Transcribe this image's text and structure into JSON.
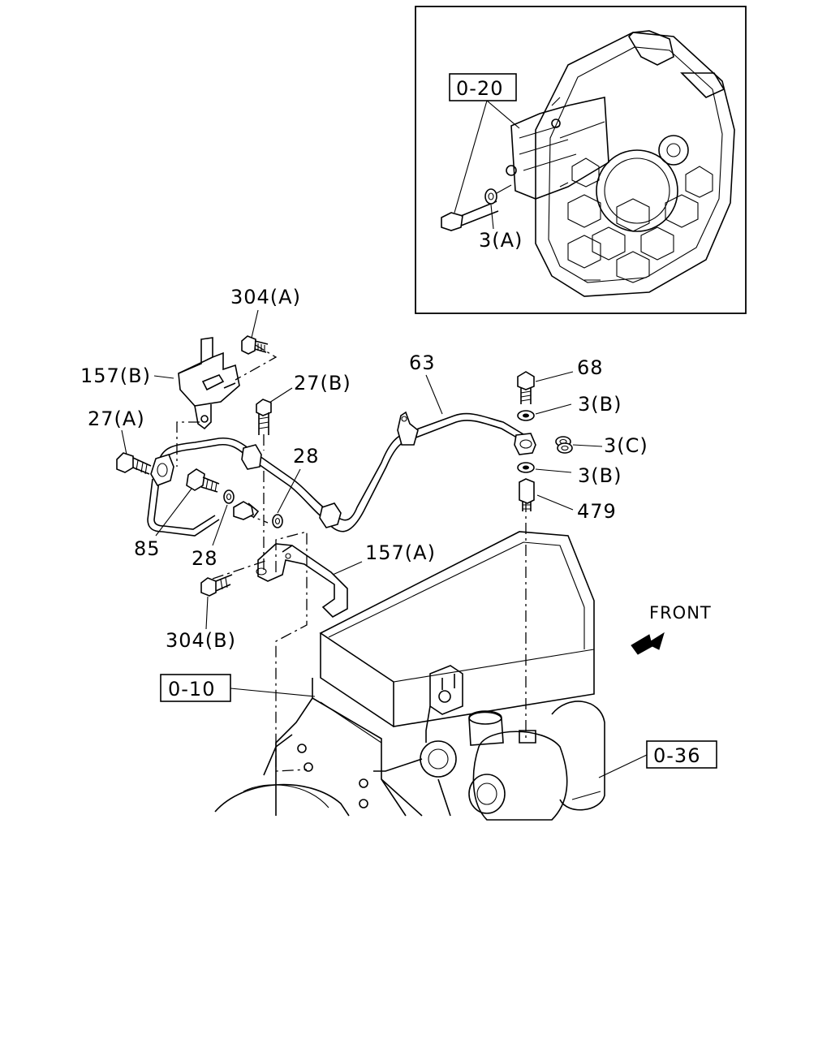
{
  "labels": {
    "ref_0_20": "0-20",
    "ref_0_10": "0-10",
    "ref_0_36": "0-36",
    "p_3a": "3(A)",
    "p_304a": "304(A)",
    "p_157b": "157(B)",
    "p_27b": "27(B)",
    "p_27a": "27(A)",
    "p_63": "63",
    "p_68": "68",
    "p_3b_top": "3(B)",
    "p_3c": "3(C)",
    "p_3b_bottom": "3(B)",
    "p_479": "479",
    "p_28_upper": "28",
    "p_85": "85",
    "p_28_lower": "28",
    "p_157a": "157(A)",
    "p_304b": "304(B)",
    "front": "FRONT"
  },
  "icons": [
    "front-arrow-icon"
  ]
}
